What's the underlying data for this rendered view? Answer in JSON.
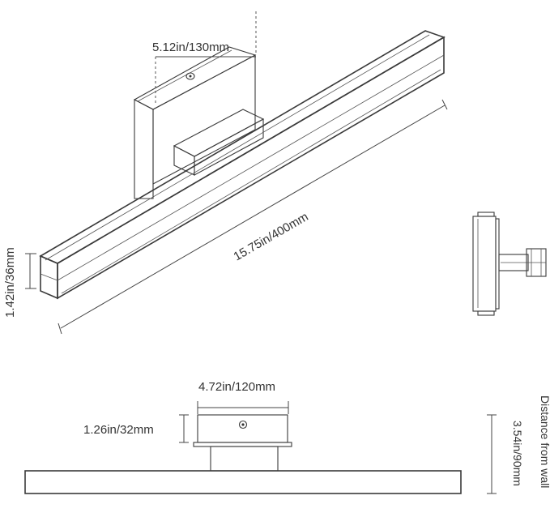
{
  "dimensions": {
    "plate_width": "5.12in/130mm",
    "bar_length": "15.75in/400mm",
    "bar_height": "1.42in/36mm",
    "base_width": "4.72in/120mm",
    "base_height": "1.26in/32mm",
    "wall_distance_label": "Distance from wall",
    "wall_distance_value": "3.54in/90mm"
  }
}
